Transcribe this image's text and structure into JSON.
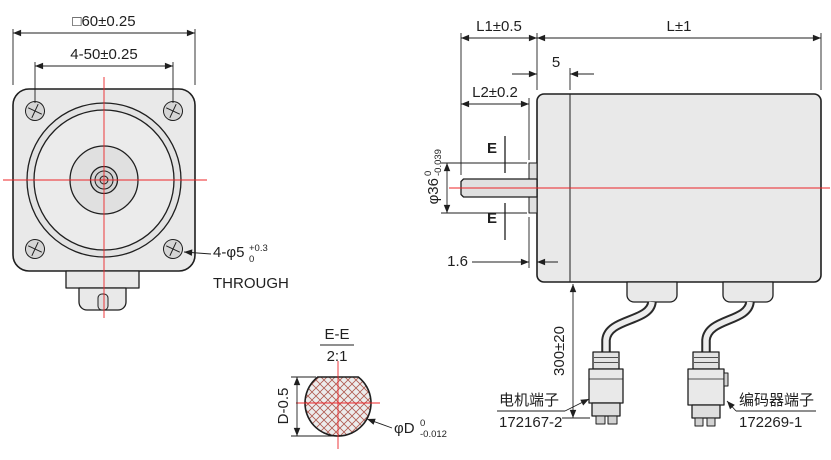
{
  "drawing": {
    "front_view": {
      "dim_width": "□60±0.25",
      "dim_hole_spacing": "4-50±0.25",
      "hole_callout": {
        "main": "4-φ5",
        "tol_upper": "+0.3",
        "tol_lower": "0",
        "note": "THROUGH"
      }
    },
    "side_view": {
      "dim_l1": "L1±0.5",
      "dim_l": "L±1",
      "dim_front_cap": "5",
      "dim_l2": "L2±0.2",
      "section_mark": "E",
      "boss_dia": {
        "main": "φ36",
        "tol_upper": "0",
        "tol_lower": "-0.039"
      },
      "dim_boss_step": "1.6",
      "dim_cable_length": "300±20",
      "motor_connector": {
        "label": "电机端子",
        "part_number": "172167-2"
      },
      "encoder_connector": {
        "label": "编码器端子",
        "part_number": "172269-1"
      }
    },
    "section_view": {
      "title": "E-E",
      "scale": "2:1",
      "dim_across_flat": "D-0.5",
      "shaft_dia": {
        "main": "φD",
        "tol_upper": "0",
        "tol_lower": "-0.012"
      }
    }
  },
  "colors": {
    "line": "#1f1f1f",
    "centerline": "#ec2427",
    "fill_body": "#e9e9e9",
    "hatch": "#b05a50",
    "background": "#ffffff"
  }
}
